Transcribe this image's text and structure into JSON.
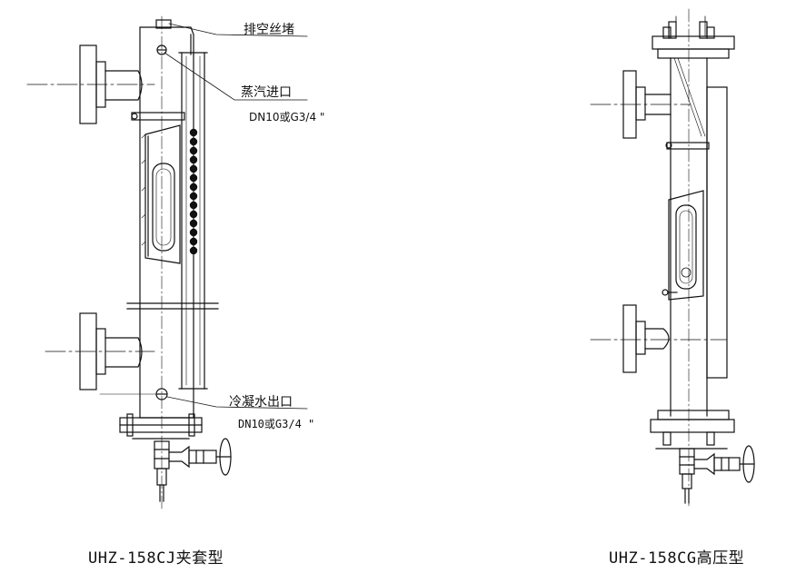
{
  "left_device": {
    "labels": {
      "vent_plug": "排空丝堵",
      "steam_inlet": "蒸汽进口",
      "steam_inlet_spec": "DN10或G3/4 \"",
      "condensate_outlet": "冷凝水出口",
      "condensate_outlet_spec": "DN10或G3/4 \""
    },
    "caption": "UHZ-158CJ夹套型"
  },
  "right_device": {
    "caption": "UHZ-158CG高压型"
  },
  "colors": {
    "line": "#111111",
    "background": "#ffffff"
  }
}
